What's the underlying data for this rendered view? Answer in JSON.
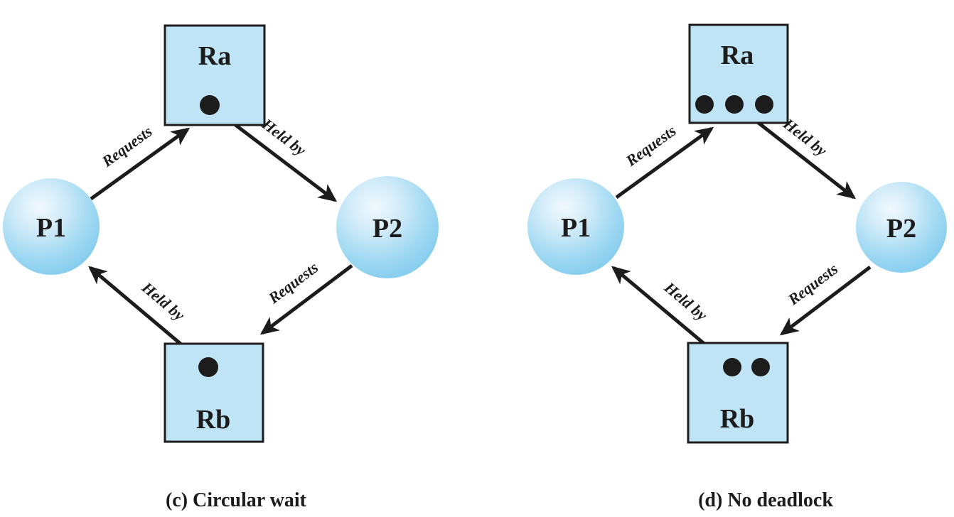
{
  "figure": {
    "type": "resource-allocation-graph",
    "colors": {
      "resource_fill": "#bfe4f6",
      "sphere_highlight": "#f0f9fe",
      "sphere_edge": "#7cc8ec",
      "ink": "#1c1c1c",
      "background": "#ffffff"
    },
    "panels": [
      {
        "id": "c",
        "caption": "(c) Circular wait",
        "nodes": {
          "ra": {
            "label": "Ra",
            "kind": "resource",
            "dots": 1
          },
          "rb": {
            "label": "Rb",
            "kind": "resource",
            "dots": 1
          },
          "p1": {
            "label": "P1",
            "kind": "process"
          },
          "p2": {
            "label": "P2",
            "kind": "process"
          }
        },
        "edges": [
          {
            "from": "P1",
            "to": "Ra",
            "label": "Requests"
          },
          {
            "from": "Ra",
            "to": "P2",
            "label": "Held by"
          },
          {
            "from": "P2",
            "to": "Rb",
            "label": "Requests"
          },
          {
            "from": "Rb",
            "to": "P1",
            "label": "Held by"
          }
        ]
      },
      {
        "id": "d",
        "caption": "(d) No deadlock",
        "nodes": {
          "ra": {
            "label": "Ra",
            "kind": "resource",
            "dots": 3
          },
          "rb": {
            "label": "Rb",
            "kind": "resource",
            "dots": 2
          },
          "p1": {
            "label": "P1",
            "kind": "process"
          },
          "p2": {
            "label": "P2",
            "kind": "process"
          }
        },
        "edges": [
          {
            "from": "P1",
            "to": "Ra",
            "label": "Requests"
          },
          {
            "from": "Ra",
            "to": "P2",
            "label": "Held by"
          },
          {
            "from": "P2",
            "to": "Rb",
            "label": "Requests"
          },
          {
            "from": "Rb",
            "to": "P1",
            "label": "Held by"
          }
        ]
      }
    ]
  }
}
